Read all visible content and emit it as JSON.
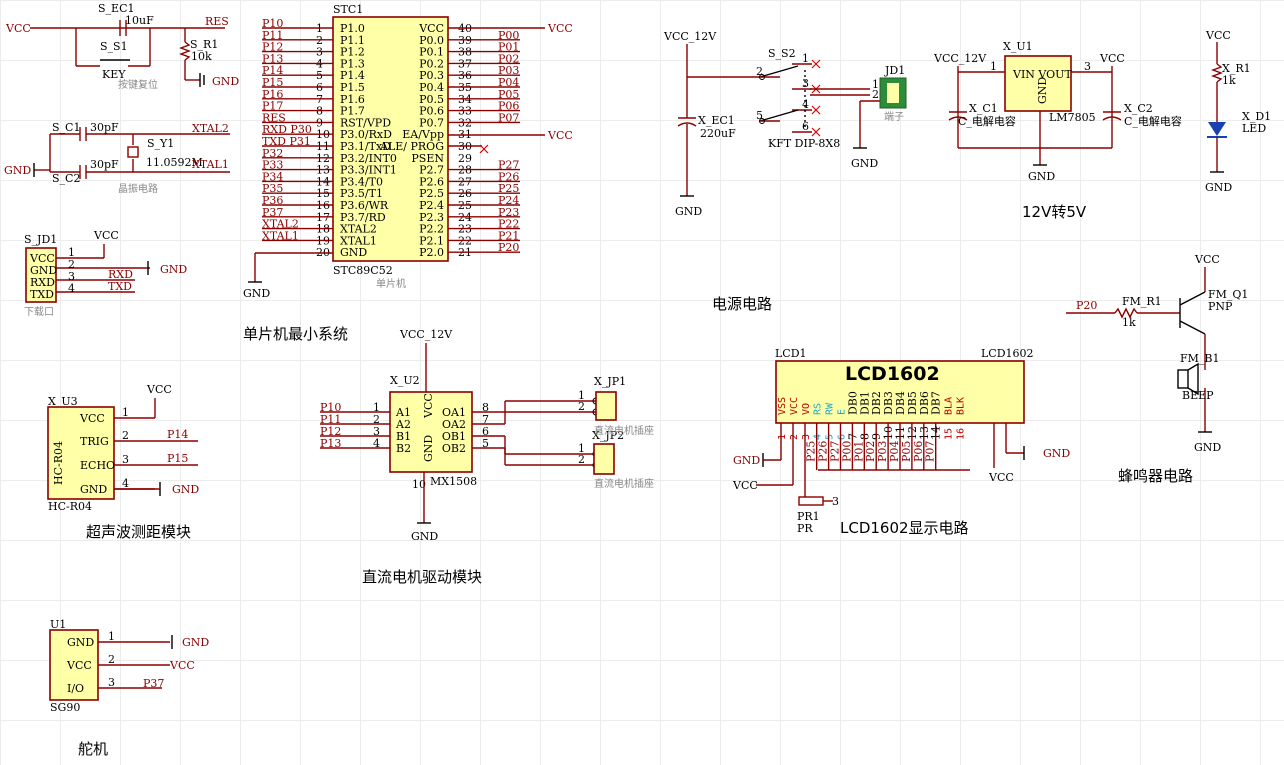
{
  "labels": {
    "mcu_title": "单片机最小系统",
    "mcu_name": "STC89C52",
    "mcu_ref": "STC1",
    "mcu_sub": "单片机",
    "power_title": "电源电路",
    "reg_title": "12V转5V",
    "motor_title": "直流电机驱动模块",
    "ultra_title": "超声波测距模块",
    "servo_title": "舵机",
    "lcd_title": "LCD1602显示电路",
    "buzzer_title": "蜂鸣器电路",
    "reset_note": "按键复位",
    "crystal_note": "晶振电路",
    "download_note": "下载口",
    "jack_note": "端子",
    "motor_jack": "直流电机插座",
    "lcd_big": "LCD1602",
    "lcd_ref": "LCD1",
    "lcd_name": "LCD1602"
  },
  "nets": {
    "vcc": "VCC",
    "gnd": "GND",
    "vcc12": "VCC_12V",
    "res": "RES",
    "xtal1": "XTAL1",
    "xtal2": "XTAL2",
    "rxd": "RXD",
    "txd": "TXD",
    "p14": "P14",
    "p15": "P15",
    "p37": "P37",
    "p20": "P20"
  },
  "parts": {
    "s_ec1": "S_EC1",
    "s_ec1_val": "10uF",
    "s_s1": "S_S1",
    "key": "KEY",
    "s_r1": "S_R1",
    "s_r1_val": "10k",
    "s_c1": "S_C1",
    "s_c2": "S_C2",
    "cap30": "30pF",
    "s_y1": "S_Y1",
    "y1_val": "11.0592M",
    "s_jd1": "S_JD1",
    "x_u3": "X_U3",
    "hc": "HC-R04",
    "u1": "U1",
    "sg90": "SG90",
    "x_u2": "X_U2",
    "mx": "MX1508",
    "x_jp1": "X_JP1",
    "x_jp2": "X_JP2",
    "x_ec1": "X_EC1",
    "x_ec1_val": "220uF",
    "s_s2": "S_S2",
    "kft": "KFT DIP-8X8",
    "jd1": "JD1",
    "x_u1": "X_U1",
    "lm": "LM7805",
    "x_c1": "X_C1",
    "x_c2": "X_C2",
    "c_elec": "C_电解电容",
    "vin_vout": "VIN  VOUT",
    "x_r1": "X_R1",
    "r1k": "1k",
    "x_d1": "X_D1",
    "led": "LED",
    "fm_q1": "FM_Q1",
    "pnp": "PNP",
    "fm_r1": "FM_R1",
    "fm_b1": "FM_B1",
    "beep": "BEEP",
    "pr1": "PR1",
    "pr": "PR"
  },
  "mcu": {
    "left": [
      {
        "n": "1",
        "pin": "P1.0",
        "net": "P10"
      },
      {
        "n": "2",
        "pin": "P1.1",
        "net": "P11"
      },
      {
        "n": "3",
        "pin": "P1.2",
        "net": "P12"
      },
      {
        "n": "4",
        "pin": "P1.3",
        "net": "P13"
      },
      {
        "n": "5",
        "pin": "P1.4",
        "net": "P14"
      },
      {
        "n": "6",
        "pin": "P1.5",
        "net": "P15"
      },
      {
        "n": "7",
        "pin": "P1.6",
        "net": "P16"
      },
      {
        "n": "8",
        "pin": "P1.7",
        "net": "P17"
      },
      {
        "n": "9",
        "pin": "RST/VPD",
        "net": "RES"
      },
      {
        "n": "10",
        "pin": "P3.0/RxD",
        "net": "RXD P30"
      },
      {
        "n": "11",
        "pin": "P3.1/TxD",
        "net": "TXD P31"
      },
      {
        "n": "12",
        "pin": "P3.2/INT0",
        "net": "P32"
      },
      {
        "n": "13",
        "pin": "P3.3/INT1",
        "net": "P33"
      },
      {
        "n": "14",
        "pin": "P3.4/T0",
        "net": "P34"
      },
      {
        "n": "15",
        "pin": "P3.5/T1",
        "net": "P35"
      },
      {
        "n": "16",
        "pin": "P3.6/WR",
        "net": "P36"
      },
      {
        "n": "17",
        "pin": "P3.7/RD",
        "net": "P37"
      },
      {
        "n": "18",
        "pin": "XTAL2",
        "net": "XTAL2"
      },
      {
        "n": "19",
        "pin": "XTAL1",
        "net": "XTAL1"
      },
      {
        "n": "20",
        "pin": "GND",
        "net": ""
      }
    ],
    "right": [
      {
        "n": "40",
        "pin": "VCC",
        "net": ""
      },
      {
        "n": "39",
        "pin": "P0.0",
        "net": "P00"
      },
      {
        "n": "38",
        "pin": "P0.1",
        "net": "P01"
      },
      {
        "n": "37",
        "pin": "P0.2",
        "net": "P02"
      },
      {
        "n": "36",
        "pin": "P0.3",
        "net": "P03"
      },
      {
        "n": "35",
        "pin": "P0.4",
        "net": "P04"
      },
      {
        "n": "34",
        "pin": "P0.5",
        "net": "P05"
      },
      {
        "n": "33",
        "pin": "P0.6",
        "net": "P06"
      },
      {
        "n": "32",
        "pin": "P0.7",
        "net": "P07"
      },
      {
        "n": "31",
        "pin": "EA/Vpp",
        "net": ""
      },
      {
        "n": "30",
        "pin": "ALE/ PROG",
        "net": ""
      },
      {
        "n": "29",
        "pin": "PSEN",
        "net": ""
      },
      {
        "n": "28",
        "pin": "P2.7",
        "net": "P27"
      },
      {
        "n": "27",
        "pin": "P2.6",
        "net": "P26"
      },
      {
        "n": "26",
        "pin": "P2.5",
        "net": "P25"
      },
      {
        "n": "25",
        "pin": "P2.4",
        "net": "P24"
      },
      {
        "n": "24",
        "pin": "P2.3",
        "net": "P23"
      },
      {
        "n": "23",
        "pin": "P2.2",
        "net": "P22"
      },
      {
        "n": "22",
        "pin": "P2.1",
        "net": "P21"
      },
      {
        "n": "21",
        "pin": "P2.0",
        "net": "P20"
      }
    ]
  },
  "download": {
    "pins": [
      "VCC",
      "GND",
      "RXD",
      "TXD"
    ],
    "nums": [
      "1",
      "2",
      "3",
      "4"
    ]
  },
  "ultra": {
    "pins": [
      "VCC",
      "TRIG",
      "ECHO",
      "GND"
    ],
    "nums": [
      "1",
      "2",
      "3",
      "4"
    ]
  },
  "servo": {
    "pins": [
      "GND",
      "VCC",
      "I/O"
    ],
    "nums": [
      "1",
      "2",
      "3"
    ]
  },
  "motor": {
    "left_pins": [
      "A1",
      "A2",
      "B1",
      "B2"
    ],
    "left_nums": [
      "1",
      "2",
      "3",
      "4"
    ],
    "left_nets": [
      "P10",
      "P11",
      "P12",
      "P13"
    ],
    "right_pins": [
      "OA1",
      "OA2",
      "OB1",
      "OB2"
    ],
    "right_nums": [
      "8",
      "7",
      "6",
      "5"
    ],
    "top_pin": "VCC",
    "bot_pin": "GND",
    "bot_num": "10"
  },
  "lcd": {
    "pins": [
      "VSS",
      "VCC",
      "VO",
      "RS",
      "RW",
      "E",
      "DB0",
      "DB1",
      "DB2",
      "DB3",
      "DB4",
      "DB5",
      "DB6",
      "DB7",
      "BLA",
      "BLK"
    ],
    "nums": [
      "1",
      "2",
      "3",
      "4",
      "5",
      "6",
      "7",
      "8",
      "9",
      "10",
      "11",
      "12",
      "13",
      "14",
      "15",
      "16"
    ],
    "nets": [
      "",
      "",
      "",
      "P25",
      "P26",
      "P27",
      "P00",
      "P01",
      "P02",
      "P03",
      "P04",
      "P05",
      "P06",
      "P07",
      "",
      ""
    ]
  },
  "switch_nums": [
    "1",
    "2",
    "3",
    "4",
    "5",
    "6"
  ],
  "reg_nums": [
    "1",
    "3"
  ],
  "jd_nums": [
    "1",
    "2"
  ]
}
